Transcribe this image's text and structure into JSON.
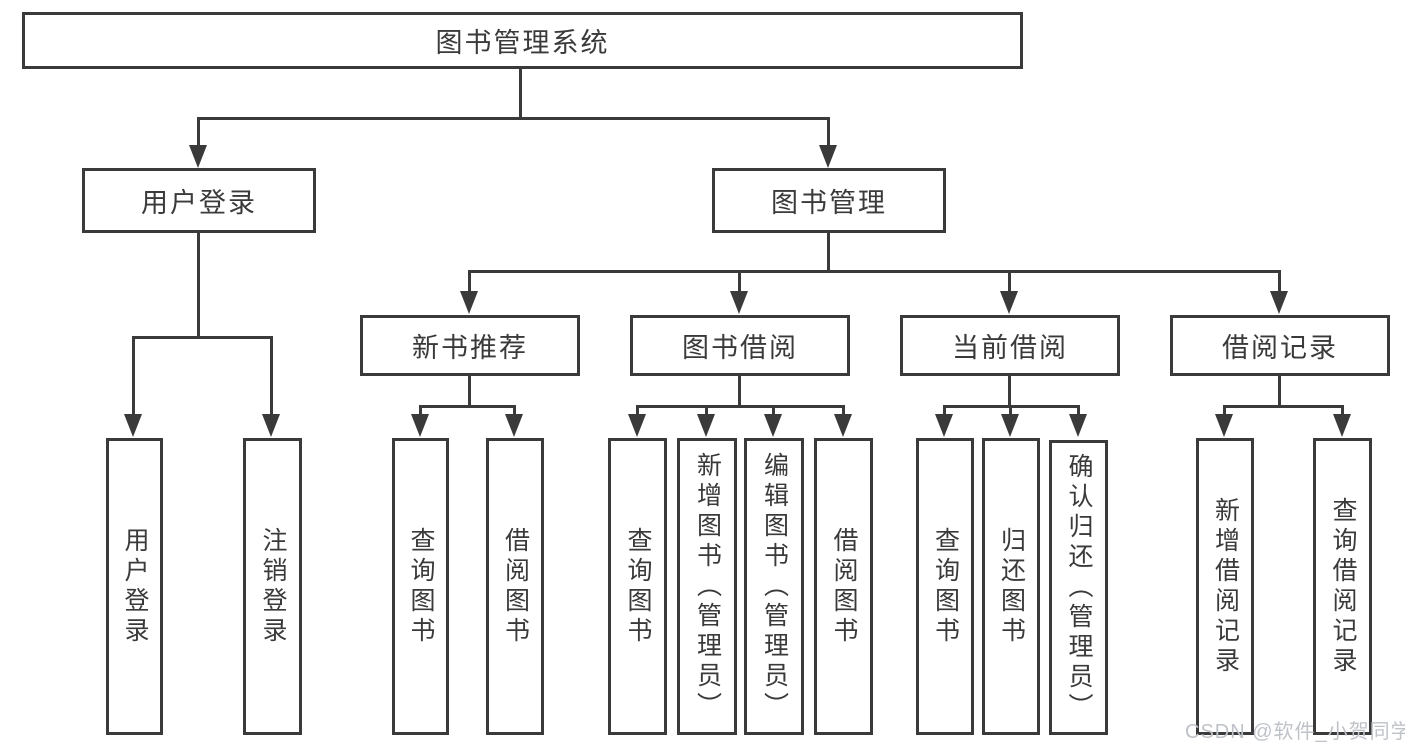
{
  "colors": {
    "line": "#3a3a3a",
    "text": "#3a3a3a",
    "background": "#ffffff",
    "watermark": "#bfc3c9"
  },
  "watermark": {
    "text": "CSDN @软件_小贺同学"
  },
  "tree": {
    "root": {
      "label": "图书管理系统"
    },
    "branches": [
      {
        "label": "用户登录",
        "children": [
          "用户登录",
          "注销登录"
        ]
      },
      {
        "label": "图书管理"
      }
    ],
    "modules": [
      {
        "label": "新书推荐",
        "children": [
          "查询图书",
          "借阅图书"
        ]
      },
      {
        "label": "图书借阅",
        "children": [
          "查询图书",
          "新增图书（管理员）",
          "编辑图书（管理员）",
          "借阅图书"
        ]
      },
      {
        "label": "当前借阅",
        "children": [
          "查询图书",
          "归还图书",
          "确认归还（管理员）"
        ]
      },
      {
        "label": "借阅记录",
        "children": [
          "新增借阅记录",
          "查询借阅记录"
        ]
      }
    ]
  }
}
